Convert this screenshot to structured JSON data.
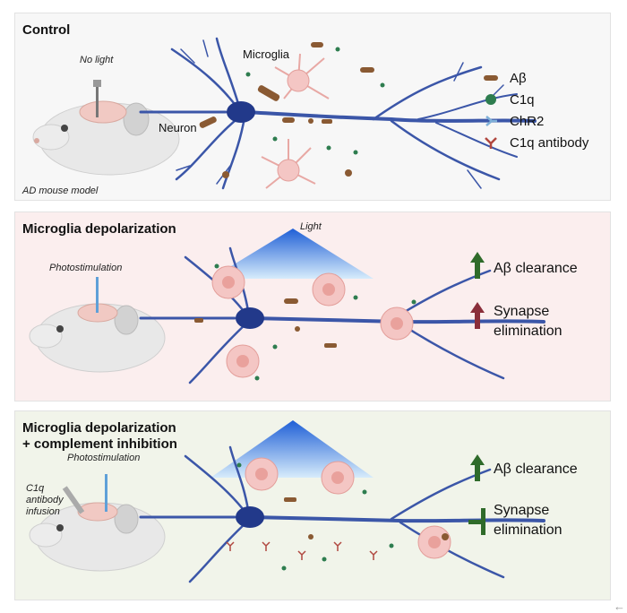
{
  "panels": {
    "control": {
      "title": "Control",
      "no_light": "No light",
      "model": "AD mouse model",
      "microglia": "Microglia",
      "neuron": "Neuron"
    },
    "depol": {
      "title": "Microglia depolarization",
      "photostim": "Photostimulation",
      "light": "Light"
    },
    "inhib": {
      "title_line1": "Microglia depolarization",
      "title_line2": "+ complement inhibition",
      "photostim": "Photostimulation",
      "infusion_line1": "C1q",
      "infusion_line2": "antibody",
      "infusion_line3": "infusion"
    }
  },
  "legend": [
    {
      "icon": "abeta-icon",
      "label": "Aβ",
      "color": "#8a5a33"
    },
    {
      "icon": "c1q-icon",
      "label": "C1q",
      "color": "#2e7d4f"
    },
    {
      "icon": "chr2-icon",
      "label": "ChR2",
      "color": "#7fb0d8"
    },
    {
      "icon": "c1q-antibody-icon",
      "label": "C1q antibody",
      "color": "#b0473f"
    }
  ],
  "effects": {
    "depol": {
      "clearance": "Aβ clearance",
      "synapse_line1": "Synapse",
      "synapse_line2": "elimination"
    },
    "inhib": {
      "clearance": "Aβ clearance",
      "synapse_line1": "Synapse",
      "synapse_line2": "elimination"
    }
  },
  "colors": {
    "neuron": "#3b56a8",
    "up_green": "#2f6b2a",
    "up_red": "#8a2e3a",
    "light_blue": "#1f5fd6",
    "microglia_fill": "#f4c6c4"
  },
  "corner_glyph": "←"
}
